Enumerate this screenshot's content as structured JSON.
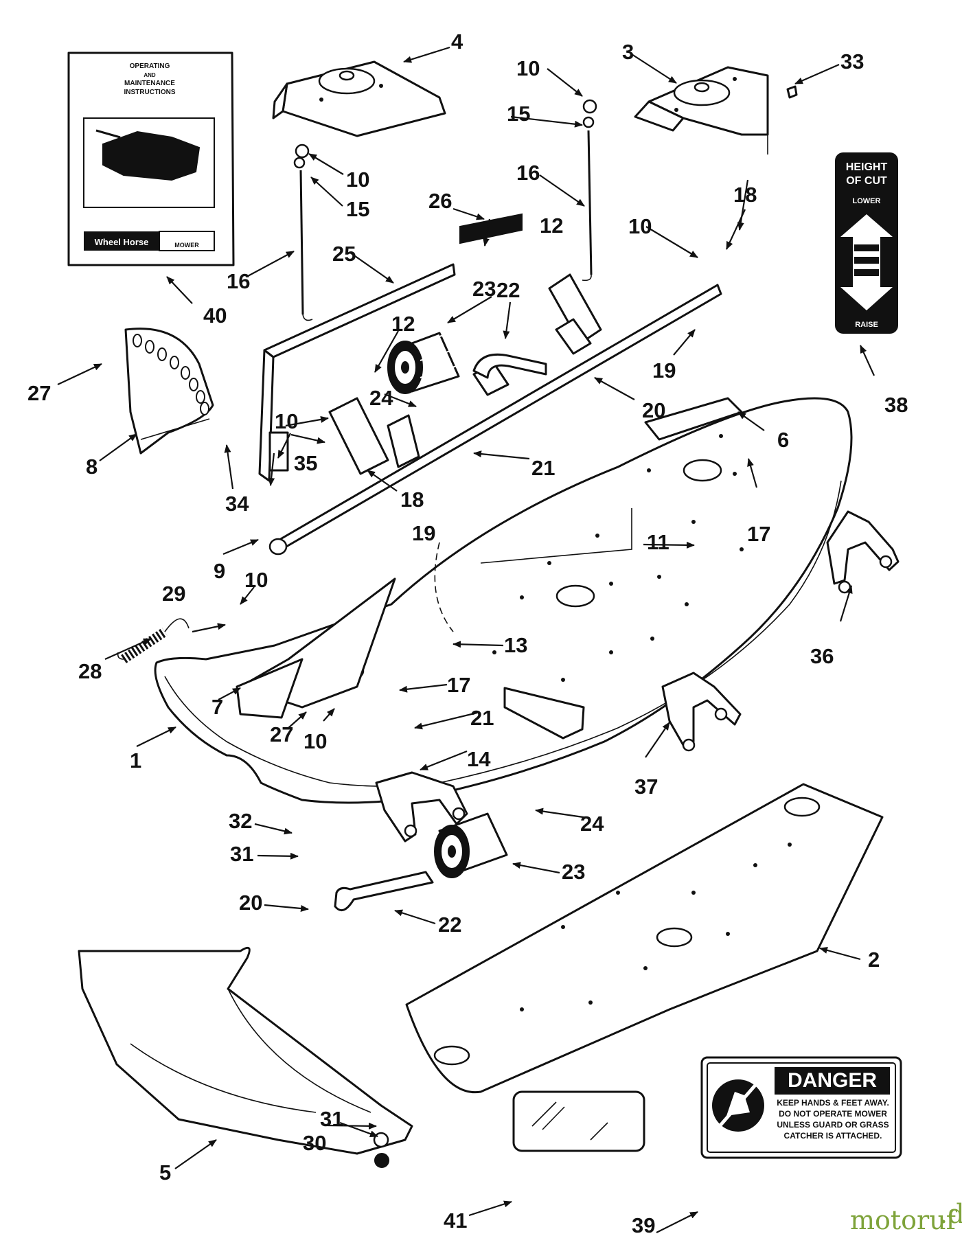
{
  "manual": {
    "line1": "OPERATING",
    "line2": "AND",
    "line3": "MAINTENANCE",
    "line4": "INSTRUCTIONS",
    "brand": "Wheel Horse",
    "product": "MOWER"
  },
  "height_decal": {
    "line1": "HEIGHT",
    "line2": "OF CUT",
    "lower": "LOWER",
    "raise": "RAISE"
  },
  "danger_decal": {
    "title": "DANGER",
    "line1": "KEEP HANDS & FEET AWAY.",
    "line2": "DO NOT OPERATE MOWER",
    "line3": "UNLESS GUARD OR GRASS",
    "line4": "CATCHER IS ATTACHED."
  },
  "watermark": {
    "text": "motoruf",
    "suffix": ".de"
  },
  "callouts": {
    "c1": "1",
    "c2": "2",
    "c3": "3",
    "c4": "4",
    "c5": "5",
    "c6": "6",
    "c7": "7",
    "c8": "8",
    "c9": "9",
    "c10a": "10",
    "c10b": "10",
    "c10c": "10",
    "c10d": "10",
    "c10e": "10",
    "c10f": "10",
    "c11": "11",
    "c12a": "12",
    "c12b": "12",
    "c13": "13",
    "c14": "14",
    "c15a": "15",
    "c15b": "15",
    "c16a": "16",
    "c16b": "16",
    "c17a": "17",
    "c17b": "17",
    "c18a": "18",
    "c18b": "18",
    "c19a": "19",
    "c19b": "19",
    "c20a": "20",
    "c20b": "20",
    "c21a": "21",
    "c21b": "21",
    "c22a": "22",
    "c22b": "22",
    "c23a": "23",
    "c23b": "23",
    "c24a": "24",
    "c24b": "24",
    "c25": "25",
    "c26": "26",
    "c27a": "27",
    "c27b": "27",
    "c28": "28",
    "c29": "29",
    "c30": "30",
    "c31a": "31",
    "c31b": "31",
    "c32": "32",
    "c33": "33",
    "c34": "34",
    "c35": "35",
    "c36": "36",
    "c37": "37",
    "c38": "38",
    "c39": "39",
    "c40": "40",
    "c41": "41"
  }
}
